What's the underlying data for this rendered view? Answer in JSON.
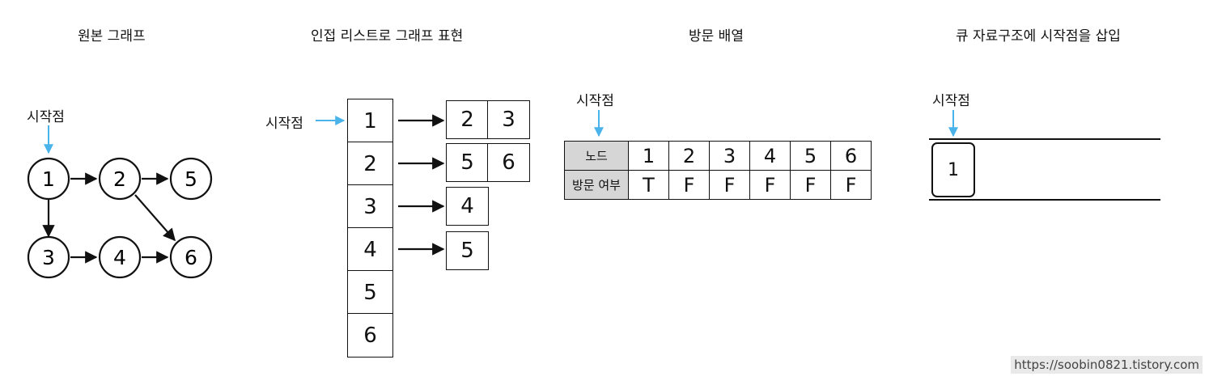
{
  "titles": {
    "original_graph": "원본 그래프",
    "adjacency_list": "인접 리스트로 그래프 표현",
    "visit_array": "방문 배열",
    "queue_insert": "큐 자료구조에 시작점을 삽입"
  },
  "start_label": "시작점",
  "graph": {
    "nodes": [
      "1",
      "2",
      "3",
      "4",
      "5",
      "6"
    ],
    "edges": [
      [
        "1",
        "2"
      ],
      [
        "2",
        "5"
      ],
      [
        "2",
        "6"
      ],
      [
        "1",
        "3"
      ],
      [
        "3",
        "4"
      ],
      [
        "4",
        "6"
      ]
    ],
    "start": "1"
  },
  "adjacency_list": {
    "heads": [
      "1",
      "2",
      "3",
      "4",
      "5",
      "6"
    ],
    "neighbors": [
      [
        "2",
        "3"
      ],
      [
        "5",
        "6"
      ],
      [
        "4"
      ],
      [
        "5"
      ],
      [],
      []
    ]
  },
  "visit_table": {
    "row1_header": "노드",
    "row2_header": "방문 여부",
    "nodes": [
      "1",
      "2",
      "3",
      "4",
      "5",
      "6"
    ],
    "visited": [
      "T",
      "F",
      "F",
      "F",
      "F",
      "F"
    ]
  },
  "queue": {
    "items": [
      "1"
    ]
  },
  "colors": {
    "start_arrow": "#4ab3ea",
    "header_bg": "#d6d6d6"
  },
  "footer_url": "https://soobin0821.tistory.com"
}
